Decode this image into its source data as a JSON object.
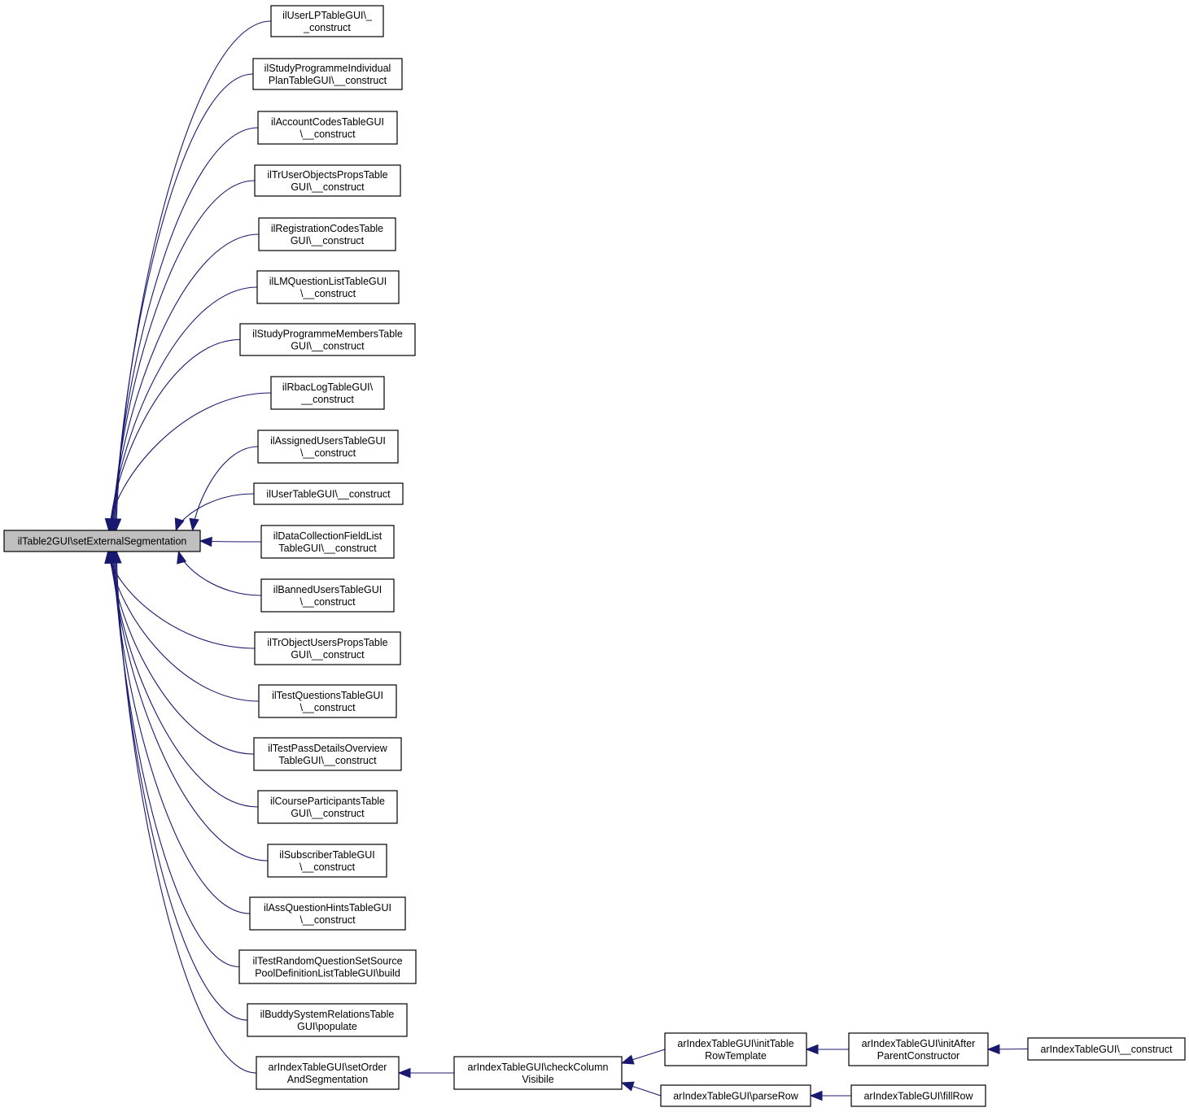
{
  "diagram": {
    "type": "caller-graph",
    "root": {
      "id": "root",
      "lines": [
        "ilTable2GUI\\setExternalSegmentation"
      ]
    },
    "nodes": [
      {
        "id": "n1",
        "lines": [
          "ilUserLPTableGUI\\_",
          "_construct"
        ]
      },
      {
        "id": "n2",
        "lines": [
          "ilStudyProgrammeIndividual",
          "PlanTableGUI\\__construct"
        ]
      },
      {
        "id": "n3",
        "lines": [
          "ilAccountCodesTableGUI",
          "\\__construct"
        ]
      },
      {
        "id": "n4",
        "lines": [
          "ilTrUserObjectsPropsTable",
          "GUI\\__construct"
        ]
      },
      {
        "id": "n5",
        "lines": [
          "ilRegistrationCodesTable",
          "GUI\\__construct"
        ]
      },
      {
        "id": "n6",
        "lines": [
          "ilLMQuestionListTableGUI",
          "\\__construct"
        ]
      },
      {
        "id": "n7",
        "lines": [
          "ilStudyProgrammeMembersTable",
          "GUI\\__construct"
        ]
      },
      {
        "id": "n8",
        "lines": [
          "ilRbacLogTableGUI\\",
          "__construct"
        ]
      },
      {
        "id": "n9",
        "lines": [
          "ilAssignedUsersTableGUI",
          "\\__construct"
        ]
      },
      {
        "id": "n10",
        "lines": [
          "ilUserTableGUI\\__construct"
        ]
      },
      {
        "id": "n11",
        "lines": [
          "ilDataCollectionFieldList",
          "TableGUI\\__construct"
        ]
      },
      {
        "id": "n12",
        "lines": [
          "ilBannedUsersTableGUI",
          "\\__construct"
        ]
      },
      {
        "id": "n13",
        "lines": [
          "ilTrObjectUsersPropsTable",
          "GUI\\__construct"
        ]
      },
      {
        "id": "n14",
        "lines": [
          "ilTestQuestionsTableGUI",
          "\\__construct"
        ]
      },
      {
        "id": "n15",
        "lines": [
          "ilTestPassDetailsOverview",
          "TableGUI\\__construct"
        ]
      },
      {
        "id": "n16",
        "lines": [
          "ilCourseParticipantsTable",
          "GUI\\__construct"
        ]
      },
      {
        "id": "n17",
        "lines": [
          "ilSubscriberTableGUI",
          "\\__construct"
        ]
      },
      {
        "id": "n18",
        "lines": [
          "ilAssQuestionHintsTableGUI",
          "\\__construct"
        ]
      },
      {
        "id": "n19",
        "lines": [
          "ilTestRandomQuestionSetSource",
          "PoolDefinitionListTableGUI\\build"
        ]
      },
      {
        "id": "n20",
        "lines": [
          "ilBuddySystemRelationsTable",
          "GUI\\populate"
        ]
      },
      {
        "id": "n21",
        "lines": [
          "arIndexTableGUI\\setOrder",
          "AndSegmentation"
        ]
      },
      {
        "id": "n22",
        "lines": [
          "arIndexTableGUI\\checkColumn",
          "Visibile"
        ]
      },
      {
        "id": "n23",
        "lines": [
          "arIndexTableGUI\\initTable",
          "RowTemplate"
        ]
      },
      {
        "id": "n24",
        "lines": [
          "arIndexTableGUI\\parseRow"
        ]
      },
      {
        "id": "n25",
        "lines": [
          "arIndexTableGUI\\initAfter",
          "ParentConstructor"
        ]
      },
      {
        "id": "n26",
        "lines": [
          "arIndexTableGUI\\fillRow"
        ]
      },
      {
        "id": "n27",
        "lines": [
          "arIndexTableGUI\\__construct"
        ]
      }
    ],
    "edges": [
      {
        "from": "n1",
        "to": "root"
      },
      {
        "from": "n2",
        "to": "root"
      },
      {
        "from": "n3",
        "to": "root"
      },
      {
        "from": "n4",
        "to": "root"
      },
      {
        "from": "n5",
        "to": "root"
      },
      {
        "from": "n6",
        "to": "root"
      },
      {
        "from": "n7",
        "to": "root"
      },
      {
        "from": "n8",
        "to": "root"
      },
      {
        "from": "n9",
        "to": "root"
      },
      {
        "from": "n10",
        "to": "root"
      },
      {
        "from": "n11",
        "to": "root"
      },
      {
        "from": "n12",
        "to": "root"
      },
      {
        "from": "n13",
        "to": "root"
      },
      {
        "from": "n14",
        "to": "root"
      },
      {
        "from": "n15",
        "to": "root"
      },
      {
        "from": "n16",
        "to": "root"
      },
      {
        "from": "n17",
        "to": "root"
      },
      {
        "from": "n18",
        "to": "root"
      },
      {
        "from": "n19",
        "to": "root"
      },
      {
        "from": "n20",
        "to": "root"
      },
      {
        "from": "n21",
        "to": "root"
      },
      {
        "from": "n22",
        "to": "n21"
      },
      {
        "from": "n23",
        "to": "n22"
      },
      {
        "from": "n24",
        "to": "n22"
      },
      {
        "from": "n25",
        "to": "n23"
      },
      {
        "from": "n26",
        "to": "n24"
      },
      {
        "from": "n27",
        "to": "n25"
      }
    ],
    "colors": {
      "edge": "#191970",
      "root_fill": "#bfbfbf",
      "node_fill": "#ffffff",
      "node_border": "#000000"
    }
  }
}
